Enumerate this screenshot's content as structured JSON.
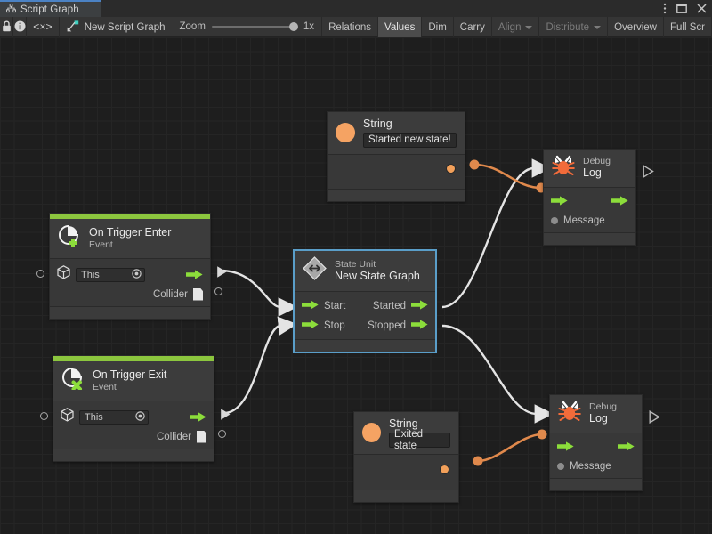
{
  "window": {
    "tab_label": "Script Graph",
    "tab_icon": "graph-icon",
    "controls": [
      {
        "name": "more-options",
        "glyph": "⋮"
      },
      {
        "name": "maximize",
        "glyph": "▢"
      },
      {
        "name": "close",
        "glyph": "✕"
      }
    ]
  },
  "toolbar": {
    "lock_icon": "lock-icon",
    "info_icon": "info-icon",
    "code_icon": "code-icon",
    "code_label": "<x>",
    "graph_name": "New Script Graph",
    "graph_icon": "script-graph-icon",
    "zoom_label": "Zoom",
    "zoom_value": "1x",
    "zoom_percent": 100,
    "buttons": [
      {
        "label": "Relations",
        "state": "normal"
      },
      {
        "label": "Values",
        "state": "selected"
      },
      {
        "label": "Dim",
        "state": "normal"
      },
      {
        "label": "Carry",
        "state": "normal"
      },
      {
        "label": "Align",
        "state": "disabled",
        "caret": true
      },
      {
        "label": "Distribute",
        "state": "disabled",
        "caret": true
      },
      {
        "label": "Overview",
        "state": "normal"
      },
      {
        "label": "Full Scr",
        "state": "normal"
      }
    ]
  },
  "colors": {
    "accent_event": "#8cc63e",
    "accent_flow": "#8cdd3b",
    "accent_data": "#e8884a",
    "selection": "#5a9ec9",
    "canvas_bg": "#1e1e1e",
    "node_bg": "#383838"
  },
  "nodes": {
    "string_top": {
      "title": "String",
      "value": "Started new state!",
      "icon": "string-orange-dot-icon",
      "output_port": "string-output-port"
    },
    "string_bottom": {
      "title": "String",
      "value": "Exited state",
      "icon": "string-orange-dot-icon",
      "output_port": "string-output-port"
    },
    "debug_log_top": {
      "subtitle": "Debug",
      "title": "Log",
      "icon": "bug-icon",
      "message_label": "Message"
    },
    "debug_log_bottom": {
      "subtitle": "Debug",
      "title": "Log",
      "icon": "bug-icon",
      "message_label": "Message"
    },
    "on_trigger_enter": {
      "title": "On Trigger Enter",
      "subtitle": "Event",
      "icon": "event-enter-icon",
      "target_value": "This",
      "target_icon": "gameobject-cube-icon",
      "collider_label": "Collider",
      "collider_icon": "collider-doc-icon"
    },
    "on_trigger_exit": {
      "title": "On Trigger Exit",
      "subtitle": "Event",
      "icon": "event-exit-icon",
      "target_value": "This",
      "target_icon": "gameobject-cube-icon",
      "collider_label": "Collider",
      "collider_icon": "collider-doc-icon"
    },
    "state_unit": {
      "subtitle": "State Unit",
      "title": "New  State  Graph",
      "icon": "state-unit-icon",
      "selected": true,
      "inputs": [
        "Start",
        "Stop"
      ],
      "outputs": [
        "Started",
        "Stopped"
      ]
    }
  }
}
